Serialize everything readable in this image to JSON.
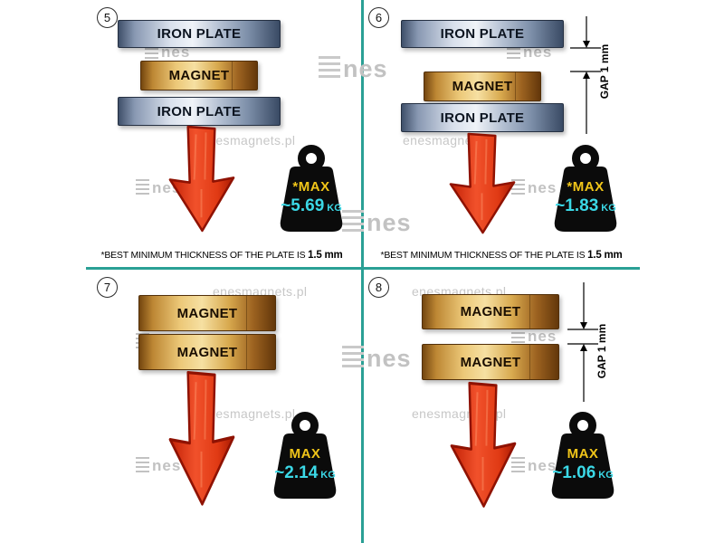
{
  "app": {
    "bg": "#ffffff",
    "divider_color": "#2aa095"
  },
  "watermark": {
    "site": "enesmagnets.pl",
    "logo_text": "nes"
  },
  "panels": [
    {
      "number": "5",
      "stack": [
        {
          "label": "IRON PLATE"
        },
        {
          "label": "MAGNET"
        },
        {
          "label": "IRON PLATE"
        }
      ],
      "weight": {
        "max_label": "*MAX",
        "value": "~5.69",
        "unit": "KG"
      },
      "footnote_text": "*BEST MINIMUM THICKNESS OF THE PLATE IS",
      "footnote_bold": "1.5 mm"
    },
    {
      "number": "6",
      "stack": [
        {
          "label": "IRON PLATE"
        },
        {
          "label": "MAGNET"
        },
        {
          "label": "IRON PLATE"
        }
      ],
      "gap_label": "GAP 1 mm",
      "weight": {
        "max_label": "*MAX",
        "value": "~1.83",
        "unit": "KG"
      },
      "footnote_text": "*BEST MINIMUM THICKNESS OF THE PLATE IS",
      "footnote_bold": "1.5 mm"
    },
    {
      "number": "7",
      "stack": [
        {
          "label": "MAGNET"
        },
        {
          "label": "MAGNET"
        }
      ],
      "weight": {
        "max_label": "MAX",
        "value": "~2.14",
        "unit": "KG"
      }
    },
    {
      "number": "8",
      "stack": [
        {
          "label": "MAGNET"
        },
        {
          "label": "MAGNET"
        }
      ],
      "gap_label": "GAP 1 mm",
      "weight": {
        "max_label": "MAX",
        "value": "~1.06",
        "unit": "KG"
      }
    }
  ],
  "colors": {
    "arrow_red": "#e03a14",
    "weight_black": "#0b0b0b",
    "max_yellow": "#f0c519",
    "value_cyan": "#3bd8e6",
    "iron_plate_steel": "#8898b2",
    "magnet_gold": "#d8a94e"
  }
}
